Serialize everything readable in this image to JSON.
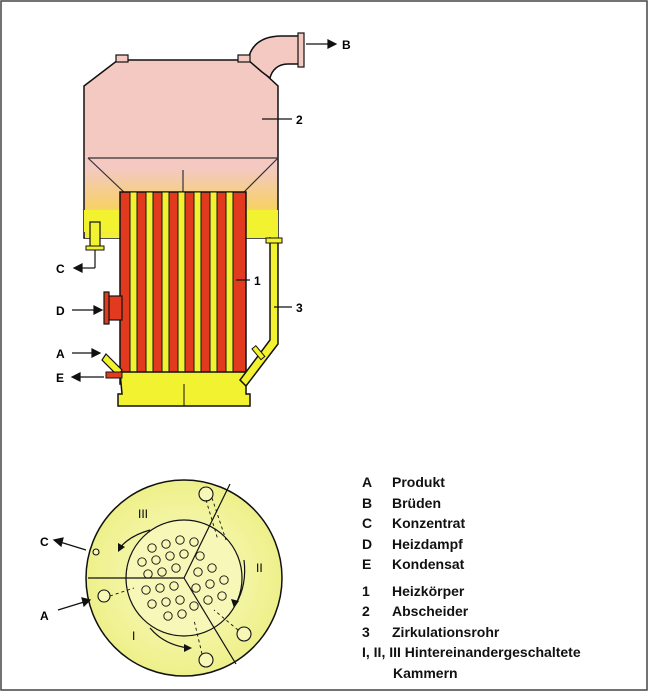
{
  "colors": {
    "red": "#e23a1f",
    "yellow": "#f2f230",
    "pink": "#f3c9c2",
    "light_yellow": "#f4f6a8",
    "outline": "#111111"
  },
  "diagram": {
    "elevation": {
      "label_A": "A",
      "label_B": "B",
      "label_C": "C",
      "label_D": "D",
      "label_E": "E",
      "label_1": "1",
      "label_2": "2",
      "label_3": "3"
    },
    "plan": {
      "label_C": "C",
      "label_A": "A",
      "chamber_I": "I",
      "chamber_II": "II",
      "chamber_III": "III"
    }
  },
  "legend": {
    "items": [
      {
        "key": "A",
        "text": "Produkt"
      },
      {
        "key": "B",
        "text": "Brüden"
      },
      {
        "key": "C",
        "text": "Konzentrat"
      },
      {
        "key": "D",
        "text": "Heizdampf"
      },
      {
        "key": "E",
        "text": "Kondensat"
      }
    ],
    "numbered": [
      {
        "key": "1",
        "text": "Heizkörper"
      },
      {
        "key": "2",
        "text": "Abscheider"
      },
      {
        "key": "3",
        "text": "Zirkulationsrohr"
      }
    ],
    "chambers": {
      "key": "I, II, III",
      "text_line1": "Hintereinandergeschaltete",
      "text_line2": "Kammern"
    }
  }
}
